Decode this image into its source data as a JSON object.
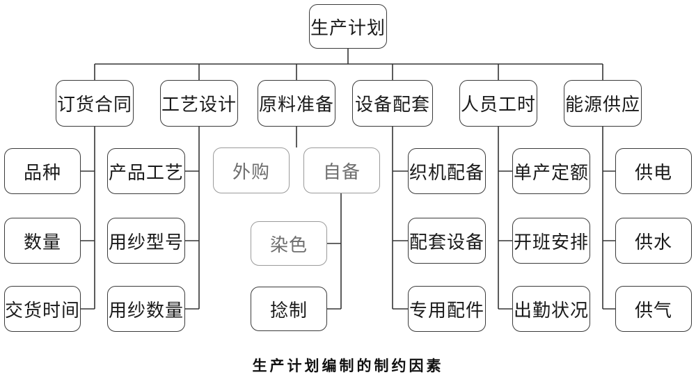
{
  "root": "生产计划",
  "categories": [
    {
      "id": "order",
      "label": "订货合同",
      "children": [
        "品种",
        "数量",
        "交货时间"
      ]
    },
    {
      "id": "process",
      "label": "工艺设计",
      "children": [
        "产品工艺",
        "用纱型号",
        "用纱数量"
      ]
    },
    {
      "id": "material",
      "label": "原料准备",
      "children": [
        "外购",
        "自备"
      ],
      "grandchildren": [
        "染色",
        "捻制"
      ]
    },
    {
      "id": "equipment",
      "label": "设备配套",
      "children": [
        "织机配备",
        "配套设备",
        "专用配件"
      ]
    },
    {
      "id": "staff",
      "label": "人员工时",
      "children": [
        "单产定额",
        "开班安排",
        "出勤状况"
      ]
    },
    {
      "id": "energy",
      "label": "能源供应",
      "children": [
        "供电",
        "供水",
        "供气"
      ]
    }
  ],
  "caption": "生产计划编制的制约因素"
}
